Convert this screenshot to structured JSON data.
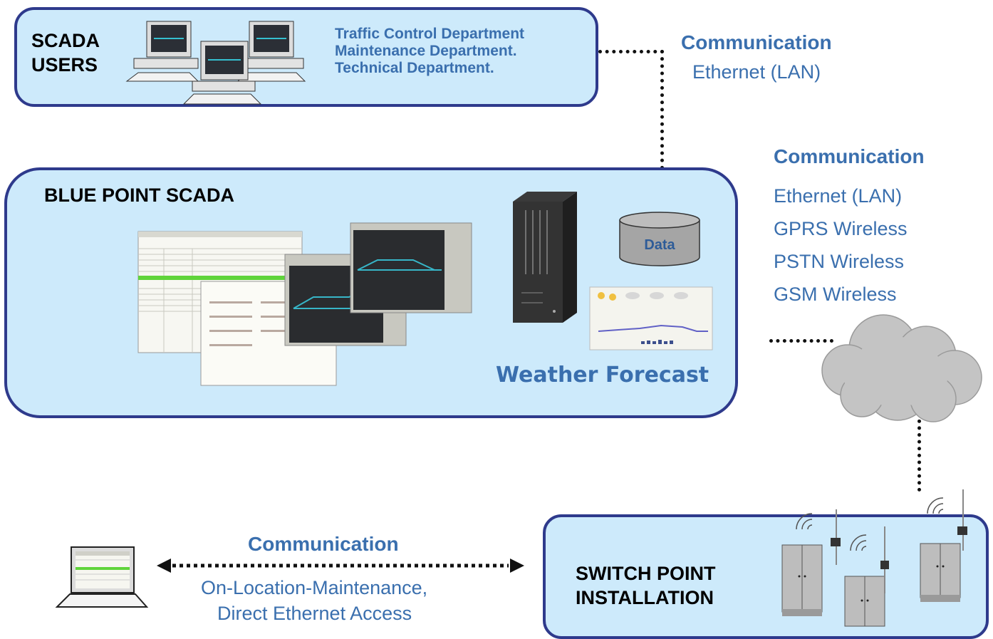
{
  "top_box": {
    "title_line1": "SCADA",
    "title_line2": "USERS",
    "departments": [
      "Traffic Control Department",
      "Maintenance Department.",
      "Technical Department."
    ]
  },
  "comm_top": {
    "heading": "Communication",
    "items": [
      "Ethernet (LAN)"
    ]
  },
  "comm_right": {
    "heading": "Communication",
    "items": [
      "Ethernet (LAN)",
      "GPRS Wireless",
      "PSTN Wireless",
      "GSM Wireless"
    ]
  },
  "scada_box": {
    "title": "BLUE POINT SCADA",
    "data_label": "Data",
    "weather_label": "Weather Forecast"
  },
  "comm_bottom": {
    "heading": "Communication",
    "line1": "On-Location-Maintenance,",
    "line2": "Direct Ethernet Access"
  },
  "switch_box": {
    "title_line1": "SWITCH POINT",
    "title_line2": "INSTALLATION"
  },
  "colors": {
    "box_fill": "#cdeafb",
    "box_border": "#2e3a8c",
    "accent_text": "#3a6fae"
  }
}
